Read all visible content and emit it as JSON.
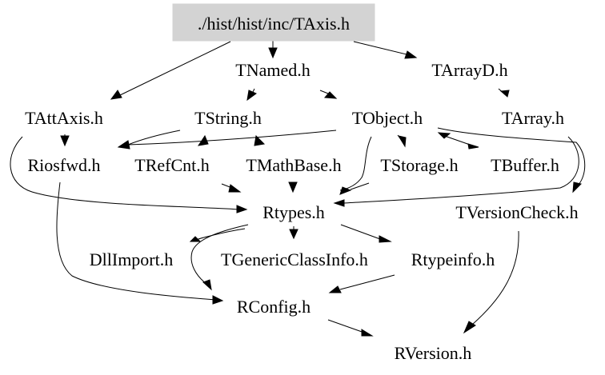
{
  "diagram": {
    "type": "include-dependency-graph",
    "root": "./hist/hist/inc/TAxis.h",
    "colors": {
      "root_fill": "#d3d3d3",
      "edge": "#000000",
      "text": "#000000",
      "background": "#ffffff"
    },
    "nodes": [
      {
        "id": "TAxis",
        "label": "./hist/hist/inc/TAxis.h",
        "root": true
      },
      {
        "id": "TNamed",
        "label": "TNamed.h"
      },
      {
        "id": "TArrayD",
        "label": "TArrayD.h"
      },
      {
        "id": "TAttAxis",
        "label": "TAttAxis.h"
      },
      {
        "id": "TString",
        "label": "TString.h"
      },
      {
        "id": "TObject",
        "label": "TObject.h"
      },
      {
        "id": "TArray",
        "label": "TArray.h"
      },
      {
        "id": "Riosfwd",
        "label": "Riosfwd.h"
      },
      {
        "id": "TRefCnt",
        "label": "TRefCnt.h"
      },
      {
        "id": "TMathBase",
        "label": "TMathBase.h"
      },
      {
        "id": "TStorage",
        "label": "TStorage.h"
      },
      {
        "id": "TBuffer",
        "label": "TBuffer.h"
      },
      {
        "id": "Rtypes",
        "label": "Rtypes.h"
      },
      {
        "id": "TVersionCheck",
        "label": "TVersionCheck.h"
      },
      {
        "id": "DllImport",
        "label": "DllImport.h"
      },
      {
        "id": "TGenericClassInfo",
        "label": "TGenericClassInfo.h"
      },
      {
        "id": "Rtypeinfo",
        "label": "Rtypeinfo.h"
      },
      {
        "id": "RConfig",
        "label": "RConfig.h"
      },
      {
        "id": "RVersion",
        "label": "RVersion.h"
      }
    ],
    "edges": [
      [
        "TAxis",
        "TNamed"
      ],
      [
        "TAxis",
        "TArrayD"
      ],
      [
        "TAxis",
        "TAttAxis"
      ],
      [
        "TNamed",
        "TString"
      ],
      [
        "TNamed",
        "TObject"
      ],
      [
        "TArrayD",
        "TArray"
      ],
      [
        "TAttAxis",
        "Riosfwd"
      ],
      [
        "TAttAxis",
        "Rtypes"
      ],
      [
        "TString",
        "Riosfwd"
      ],
      [
        "TString",
        "TRefCnt"
      ],
      [
        "TString",
        "TMathBase"
      ],
      [
        "TObject",
        "Riosfwd"
      ],
      [
        "TObject",
        "TStorage"
      ],
      [
        "TObject",
        "TBuffer"
      ],
      [
        "TObject",
        "Rtypes"
      ],
      [
        "TObject",
        "TVersionCheck"
      ],
      [
        "TBuffer",
        "TObject"
      ],
      [
        "TArray",
        "Rtypes"
      ],
      [
        "TArray",
        "TVersionCheck"
      ],
      [
        "TRefCnt",
        "Rtypes"
      ],
      [
        "TMathBase",
        "Rtypes"
      ],
      [
        "TStorage",
        "Rtypes"
      ],
      [
        "Riosfwd",
        "RConfig"
      ],
      [
        "Rtypes",
        "DllImport"
      ],
      [
        "Rtypes",
        "TGenericClassInfo"
      ],
      [
        "Rtypes",
        "Rtypeinfo"
      ],
      [
        "Rtypes",
        "RConfig"
      ],
      [
        "Rtypeinfo",
        "RConfig"
      ],
      [
        "RConfig",
        "RVersion"
      ],
      [
        "TVersionCheck",
        "RVersion"
      ]
    ]
  }
}
